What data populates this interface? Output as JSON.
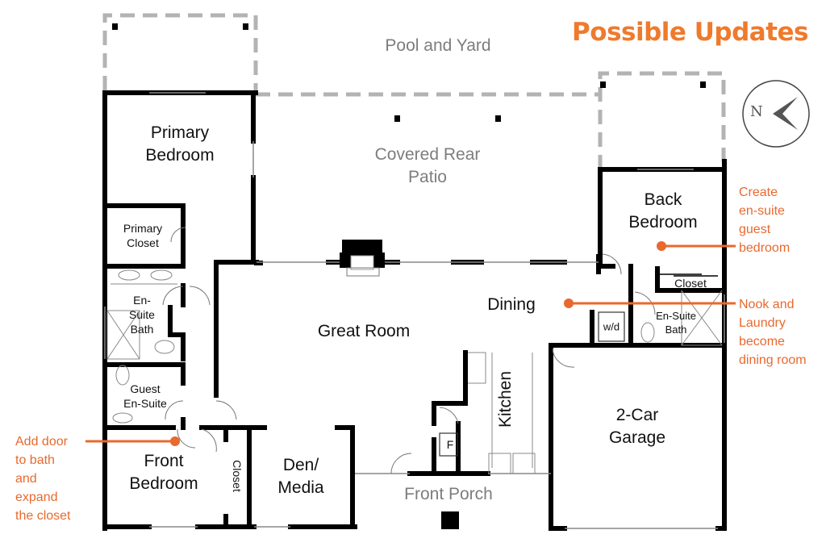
{
  "title": "Possible Updates",
  "compass": {
    "label": "N"
  },
  "outdoor": {
    "pool": "Pool and Yard",
    "patio_line1": "Covered Rear",
    "patio_line2": "Patio",
    "front_porch": "Front Porch"
  },
  "rooms": {
    "primary_bedroom": [
      "Primary",
      "Bedroom"
    ],
    "primary_closet": [
      "Primary",
      "Closet"
    ],
    "ensuite_bath": [
      "En-",
      "Suite",
      "Bath"
    ],
    "guest_ensuite": [
      "Guest",
      "En-Suite"
    ],
    "front_bedroom": [
      "Front",
      "Bedroom"
    ],
    "front_closet": "Closet",
    "den": [
      "Den/",
      "Media"
    ],
    "great_room": "Great Room",
    "dining": "Dining",
    "kitchen": "Kitchen",
    "fridge": "F",
    "washer_dryer": "w/d",
    "back_bedroom": [
      "Back",
      "Bedroom"
    ],
    "back_closet": "Closet",
    "back_ensuite": [
      "En-Suite",
      "Bath"
    ],
    "garage": [
      "2-Car",
      "Garage"
    ]
  },
  "annotations": [
    {
      "id": "back-bedroom-note",
      "lines": [
        "Create",
        "en-suite",
        "guest",
        "bedroom"
      ]
    },
    {
      "id": "dining-note",
      "lines": [
        "Nook and",
        "Laundry",
        "become",
        "dining room"
      ]
    },
    {
      "id": "front-bedroom-note",
      "lines": [
        "Add door",
        "to bath",
        "and",
        "expand",
        "the closet"
      ]
    }
  ],
  "colors": {
    "accent": "#e8692e",
    "title": "#ef7a2c",
    "wall": "#000000",
    "outdoor_dash": "#b3b3b3",
    "outdoor_text": "#7d7d7d"
  }
}
